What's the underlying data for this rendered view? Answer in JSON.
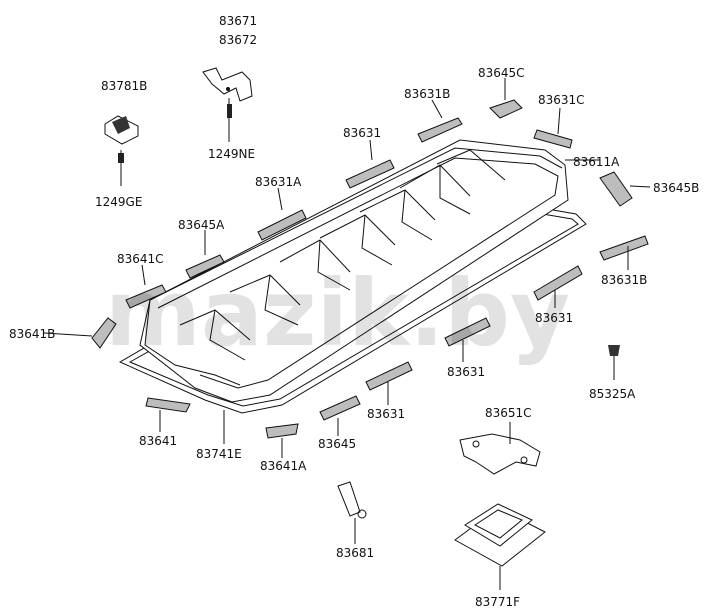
{
  "watermark": "mazik.by",
  "labels": {
    "l_83671": "83671",
    "l_83672": "83672",
    "l_1249NE": "1249NE",
    "l_83781B": "83781B",
    "l_1249GE": "1249GE",
    "l_83645C": "83645C",
    "l_83631B_top": "83631B",
    "l_83631C": "83631C",
    "l_83631_top": "83631",
    "l_83611A": "83611A",
    "l_83645B": "83645B",
    "l_83631A": "83631A",
    "l_83645A": "83645A",
    "l_83641C": "83641C",
    "l_83631B_right": "83631B",
    "l_83641B": "83641B",
    "l_83631_right": "83631",
    "l_83631_mid": "83631",
    "l_85325A": "85325A",
    "l_83631_bottom": "83631",
    "l_83641": "83641",
    "l_83741E": "83741E",
    "l_83645": "83645",
    "l_83651C": "83651C",
    "l_83641A": "83641A",
    "l_83681": "83681",
    "l_83771F": "83771F"
  }
}
